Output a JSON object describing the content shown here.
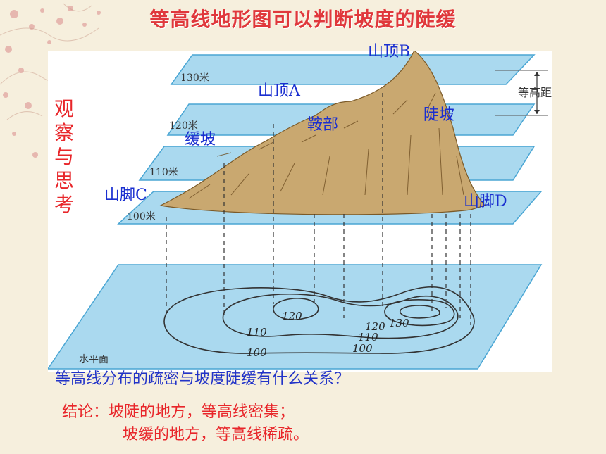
{
  "title": "等高线地形图可以判断坡度的陡缓",
  "side_label": "观察与思考",
  "peak_a": "山顶A",
  "peak_b": "山顶B",
  "saddle": "鞍部",
  "steep_slope": "陡坡",
  "gentle_slope": "缓坡",
  "foot_c": "山脚C",
  "foot_d": "山脚D",
  "contour_interval": "等高距",
  "levels": {
    "l130": "130米",
    "l120": "120米",
    "l110": "110米",
    "l100": "100米"
  },
  "horizontal_plane": "水平面",
  "contour_values": {
    "c120a": "120",
    "c120b": "120",
    "c130": "130",
    "c110a": "110",
    "c110b": "110",
    "c100a": "100",
    "c100b": "100"
  },
  "question": "等高线分布的疏密与坡度陡缓有什么关系？",
  "conclusion": {
    "line1": "结论：坡陡的地方，等高线密集；",
    "line2": "坡缓的地方，等高线稀疏。"
  },
  "colors": {
    "plane_fill": "#aad9ef",
    "plane_stroke": "#4aa6d4",
    "mountain": "#c9a870",
    "title": "#e0383c",
    "label_blue": "#1a2fd0",
    "label_red": "#e8262a"
  }
}
